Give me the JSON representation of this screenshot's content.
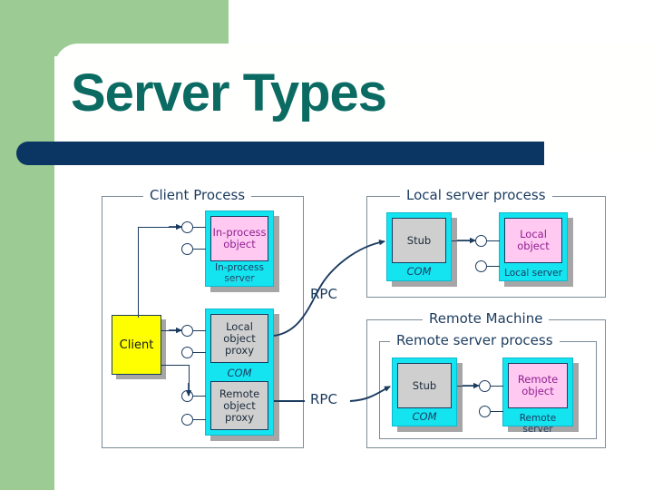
{
  "slide": {
    "title": "Server Types",
    "accent_green": "#9ccb94",
    "accent_navy": "#0b3563",
    "title_color": "#0b6b63"
  },
  "diagram": {
    "frames": [
      {
        "name": "client-process",
        "label": "Client Process"
      },
      {
        "name": "local-server-process",
        "label": "Local server process"
      },
      {
        "name": "remote-machine",
        "label": "Remote Machine"
      },
      {
        "name": "remote-server-process",
        "label": "Remote server process"
      }
    ],
    "client": {
      "label": "Client",
      "fill": "#ffff00"
    },
    "components": [
      {
        "name": "in-process-server",
        "object_label": "In-process\nobject",
        "caption": "In-process\nserver",
        "ghost_caption": "server",
        "object_fill": "#ffc9f2",
        "band_fill": "#14e3f0"
      },
      {
        "name": "com-proxies",
        "object_label": "Local\nobject\nproxy",
        "object_label_2": "Remote\nobject\nproxy",
        "caption": "COM",
        "object_fill": "#cfcfcf",
        "band_fill": "#14e3f0"
      },
      {
        "name": "local-server-stub",
        "object_label": "Stub",
        "caption": "COM",
        "object_fill": "#cfcfcf",
        "band_fill": "#14e3f0"
      },
      {
        "name": "local-server-object",
        "object_label": "Local\nobject",
        "caption": "Local server",
        "object_fill": "#ffc9f2",
        "band_fill": "#14e3f0"
      },
      {
        "name": "remote-server-stub",
        "object_label": "Stub",
        "caption": "COM",
        "object_fill": "#cfcfcf",
        "band_fill": "#14e3f0"
      },
      {
        "name": "remote-server-object",
        "object_label": "Remote\nobject",
        "caption": "Remote server",
        "object_fill": "#ffc9f2",
        "band_fill": "#14e3f0"
      }
    ],
    "connectors": [
      {
        "name": "rpc-local",
        "label": "RPC"
      },
      {
        "name": "rpc-remote",
        "label": "RPC"
      }
    ]
  }
}
